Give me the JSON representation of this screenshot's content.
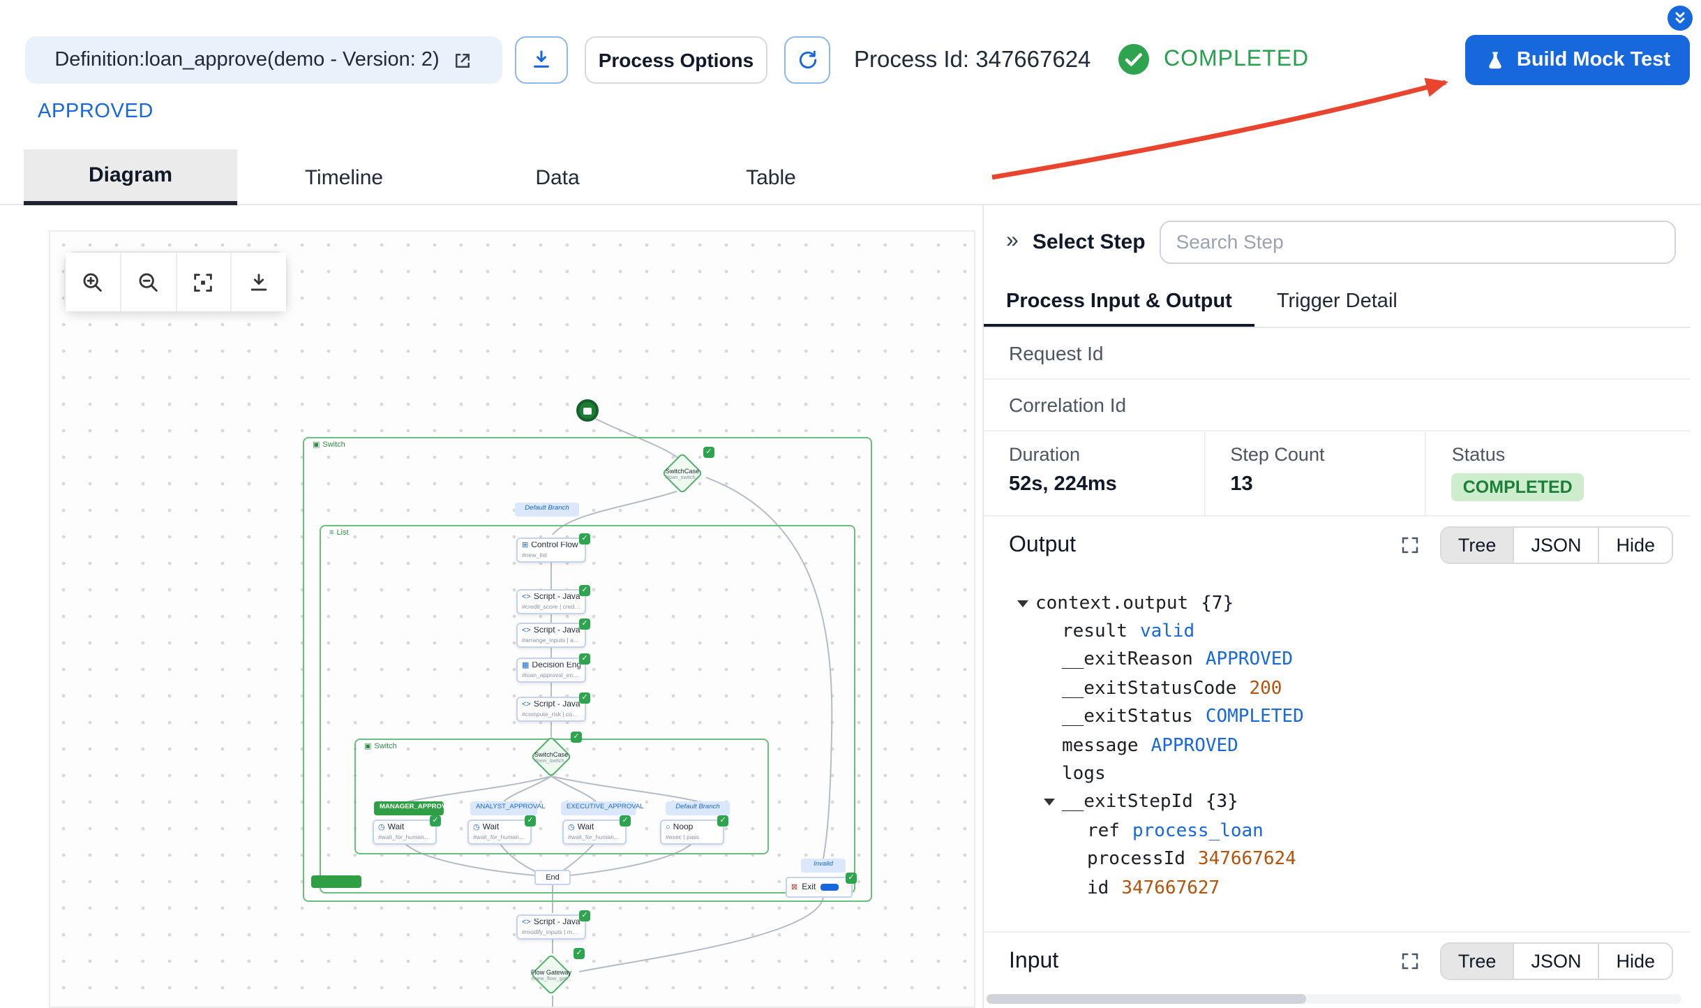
{
  "topbar": {
    "definition_button": "Definition:loan_approve(demo - Version: 2)",
    "process_options_button": "Process Options",
    "process_id": "Process Id: 347667624",
    "status": "COMPLETED",
    "build_mock_test_button": "Build Mock Test",
    "approved_label": "APPROVED"
  },
  "tabs": [
    {
      "label": "Diagram",
      "active": true
    },
    {
      "label": "Timeline",
      "active": false
    },
    {
      "label": "Data",
      "active": false
    },
    {
      "label": "Table",
      "active": false
    }
  ],
  "canvas_toolbar": {
    "icons": [
      "zoom-in",
      "zoom-out",
      "fit-view",
      "download"
    ]
  },
  "diagram": {
    "outer_switch": {
      "label": "Switch"
    },
    "list": {
      "label": "List"
    },
    "inner_switch": {
      "label": "Switch"
    },
    "switchcase_top": {
      "title": "SwitchCase",
      "sub": "#loan_switch..."
    },
    "default_branch_top": {
      "label": "Default Branch"
    },
    "control_flow": {
      "title": "Control Flow",
      "sub": "#new_list"
    },
    "script_credit": {
      "title": "Script - Javascript",
      "sub": "#credit_score | credit_score"
    },
    "script_arrange": {
      "title": "Script - Javascript",
      "sub": "#arrange_inputs | arrange_in..."
    },
    "decision_engine": {
      "title": "Decision Engine",
      "sub": "#loan_approval_engine | loa..."
    },
    "script_compute": {
      "title": "Script - Javascript",
      "sub": "#compute_risk | compute_risk"
    },
    "switchcase_inner": {
      "title": "SwitchCase",
      "sub": "#new_switch..."
    },
    "branches": [
      {
        "label": "MANAGER_APPROVAL"
      },
      {
        "label": "ANALYST_APPROVAL"
      },
      {
        "label": "EXECUTIVE_APPROVAL"
      },
      {
        "label": "Default Branch"
      }
    ],
    "wait_manager": {
      "title": "Wait",
      "sub": "#wait_for_human_approval..."
    },
    "wait_analyst": {
      "title": "Wait",
      "sub": "#wait_for_human_approval..."
    },
    "wait_executive": {
      "title": "Wait",
      "sub": "#wait_for_human_approval..."
    },
    "noop": {
      "title": "Noop",
      "sub": "#exec | pass"
    },
    "end": {
      "label": "End"
    },
    "invalid_branch": {
      "label": "Invalid"
    },
    "exit": {
      "title": "Exit"
    },
    "script_modify": {
      "title": "Script - Javascript",
      "sub": "#modify_inputs | modify_inp..."
    },
    "flow_gateway": {
      "title": "Flow Gateway",
      "sub": "#new_flow_gat..."
    }
  },
  "panel": {
    "select_step_label": "Select Step",
    "search_placeholder": "Search Step",
    "tabs": [
      {
        "label": "Process Input & Output",
        "active": true
      },
      {
        "label": "Trigger Detail",
        "active": false
      }
    ],
    "request_id_label": "Request Id",
    "correlation_id_label": "Correlation Id",
    "stats": {
      "duration_label": "Duration",
      "duration_value": "52s, 224ms",
      "step_count_label": "Step Count",
      "step_count_value": "13",
      "status_label": "Status",
      "status_value": "COMPLETED"
    },
    "output_section": {
      "title": "Output",
      "views": [
        "Tree",
        "JSON",
        "Hide"
      ],
      "active_view": "Tree"
    },
    "input_section": {
      "title": "Input",
      "views": [
        "Tree",
        "JSON",
        "Hide"
      ],
      "active_view": "Tree"
    },
    "output_tree": [
      {
        "key": "context.output",
        "value": "{7}",
        "type": "count"
      },
      {
        "key": "result",
        "value": "valid",
        "type": "string"
      },
      {
        "key": "__exitReason",
        "value": "APPROVED",
        "type": "string"
      },
      {
        "key": "__exitStatusCode",
        "value": "200",
        "type": "number"
      },
      {
        "key": "__exitStatus",
        "value": "COMPLETED",
        "type": "string"
      },
      {
        "key": "message",
        "value": "APPROVED",
        "type": "string"
      },
      {
        "key": "logs",
        "value": "",
        "type": "none"
      },
      {
        "key": "__exitStepId",
        "value": "{3}",
        "type": "count"
      },
      {
        "key": "ref",
        "value": "process_loan",
        "type": "string"
      },
      {
        "key": "processId",
        "value": "347667624",
        "type": "number"
      },
      {
        "key": "id",
        "value": "347667627",
        "type": "number"
      }
    ]
  },
  "colors": {
    "primary_blue": "#1668dc",
    "success_green": "#2ea44f",
    "status_badge_bg": "#cdedcd",
    "status_badge_text": "#1b7f3b",
    "value_string": "#1668dc",
    "value_number": "#b45309",
    "annotation_red": "#e8442e"
  }
}
